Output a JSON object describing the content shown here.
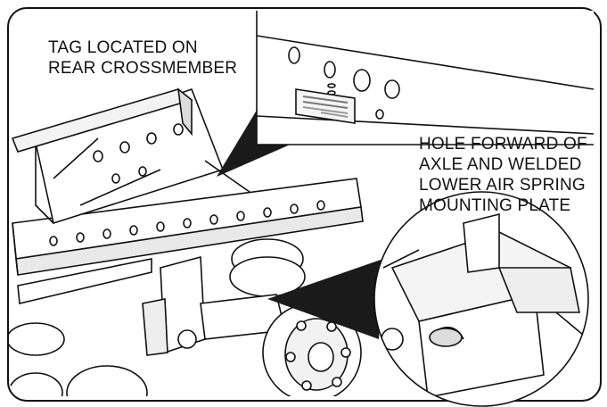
{
  "callouts": {
    "tag_location": [
      "TAG LOCATED ON",
      "REAR CROSSMEMBER"
    ],
    "hole_location": [
      "HOLE FORWARD OF",
      "AXLE AND WELDED",
      "LOWER AIR SPRING",
      "MOUNTING PLATE"
    ]
  },
  "colors": {
    "line": "#111111",
    "fill": "#ffffff",
    "shade": "#cfcfcf",
    "dark": "#1a1a1a"
  }
}
